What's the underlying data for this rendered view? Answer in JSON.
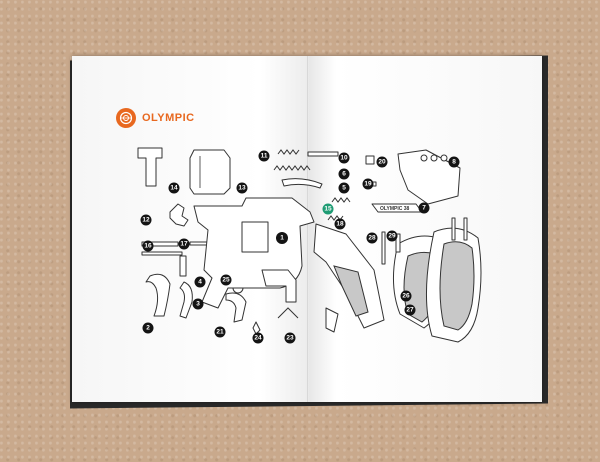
{
  "brand": {
    "name": "OLYMPIC",
    "logo": "olympic-target-logo",
    "color": "#e8681f"
  },
  "engraving": "OLYMPIC 38",
  "callouts": [
    {
      "num": "1"
    },
    {
      "num": "2"
    },
    {
      "num": "3"
    },
    {
      "num": "4"
    },
    {
      "num": "5"
    },
    {
      "num": "6"
    },
    {
      "num": "7"
    },
    {
      "num": "8"
    },
    {
      "num": "10"
    },
    {
      "num": "11"
    },
    {
      "num": "12"
    },
    {
      "num": "13"
    },
    {
      "num": "14"
    },
    {
      "num": "15",
      "accent": true
    },
    {
      "num": "16"
    },
    {
      "num": "17"
    },
    {
      "num": "18"
    },
    {
      "num": "19"
    },
    {
      "num": "20"
    },
    {
      "num": "21"
    },
    {
      "num": "23"
    },
    {
      "num": "24"
    },
    {
      "num": "25"
    },
    {
      "num": "26"
    },
    {
      "num": "27"
    },
    {
      "num": "28"
    },
    {
      "num": "29"
    }
  ],
  "colors": {
    "callout": "#141414",
    "callout_accent": "#1f9c74"
  }
}
